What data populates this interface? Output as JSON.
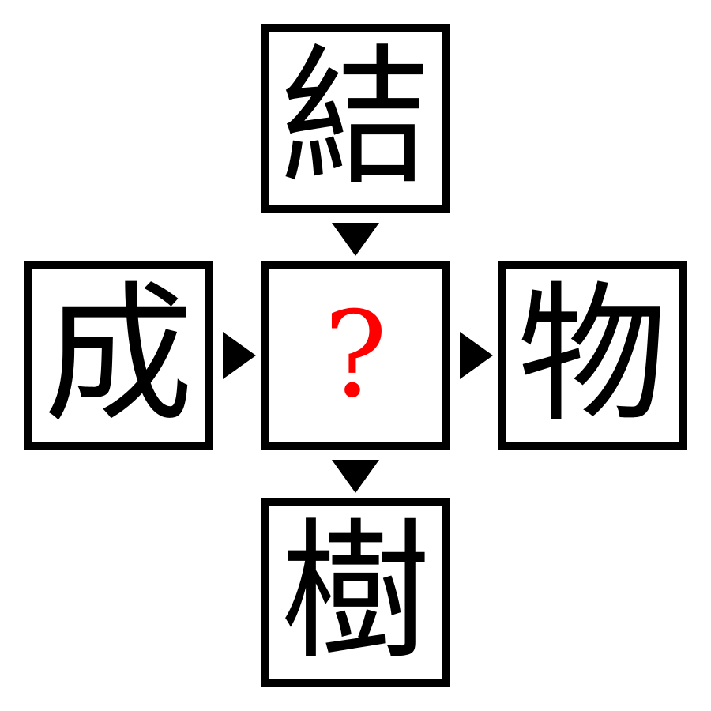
{
  "puzzle": {
    "top": "結",
    "left": "成",
    "center": "?",
    "right": "物",
    "bottom": "樹"
  },
  "colors": {
    "border": "#000000",
    "text": "#000000",
    "question": "#ff0000",
    "background": "#ffffff"
  },
  "icons": {
    "arrow_down": "triangle-down-icon",
    "arrow_right": "triangle-right-icon"
  }
}
